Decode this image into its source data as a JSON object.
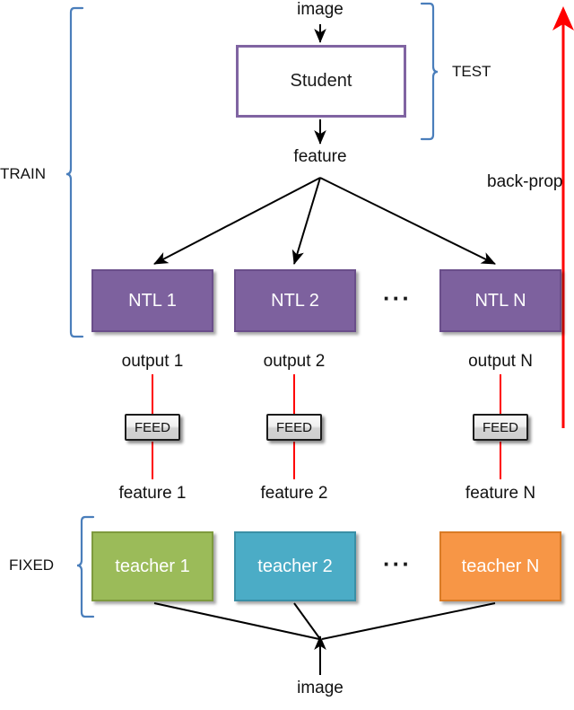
{
  "figure": {
    "title": "Knowledge distillation with multiple teachers diagram",
    "background": "#ffffff"
  },
  "colors": {
    "student_border": "#8064A2",
    "ntl_fill": "#7D619E",
    "teacher_1": "#9BBB59",
    "teacher_2": "#4BACC6",
    "teacher_n": "#F79646",
    "backprop_arrow": "#FF0000",
    "bracket": "#4A7EBB",
    "arrow": "#000000",
    "feed_border": "#1c1c1c"
  },
  "labels": {
    "image_top": "image",
    "image_bottom": "image",
    "feature": "feature",
    "backprop": "back-prop",
    "ellipsis_top": "···",
    "ellipsis_bottom": "···"
  },
  "brackets": {
    "train": "TRAIN",
    "test": "TEST",
    "fixed": "FIXED"
  },
  "student": {
    "label": "Student"
  },
  "ntl_boxes": [
    {
      "label": "NTL 1"
    },
    {
      "label": "NTL 2"
    },
    {
      "label": "NTL N"
    }
  ],
  "outputs": [
    {
      "label": "output 1"
    },
    {
      "label": "output 2"
    },
    {
      "label": "output N"
    }
  ],
  "feed_buttons": [
    {
      "label": "FEED"
    },
    {
      "label": "FEED"
    },
    {
      "label": "FEED"
    }
  ],
  "features": [
    {
      "label": "feature 1"
    },
    {
      "label": "feature 2"
    },
    {
      "label": "feature N"
    }
  ],
  "teacher_boxes": [
    {
      "label": "teacher 1"
    },
    {
      "label": "teacher 2"
    },
    {
      "label": "teacher N"
    }
  ]
}
